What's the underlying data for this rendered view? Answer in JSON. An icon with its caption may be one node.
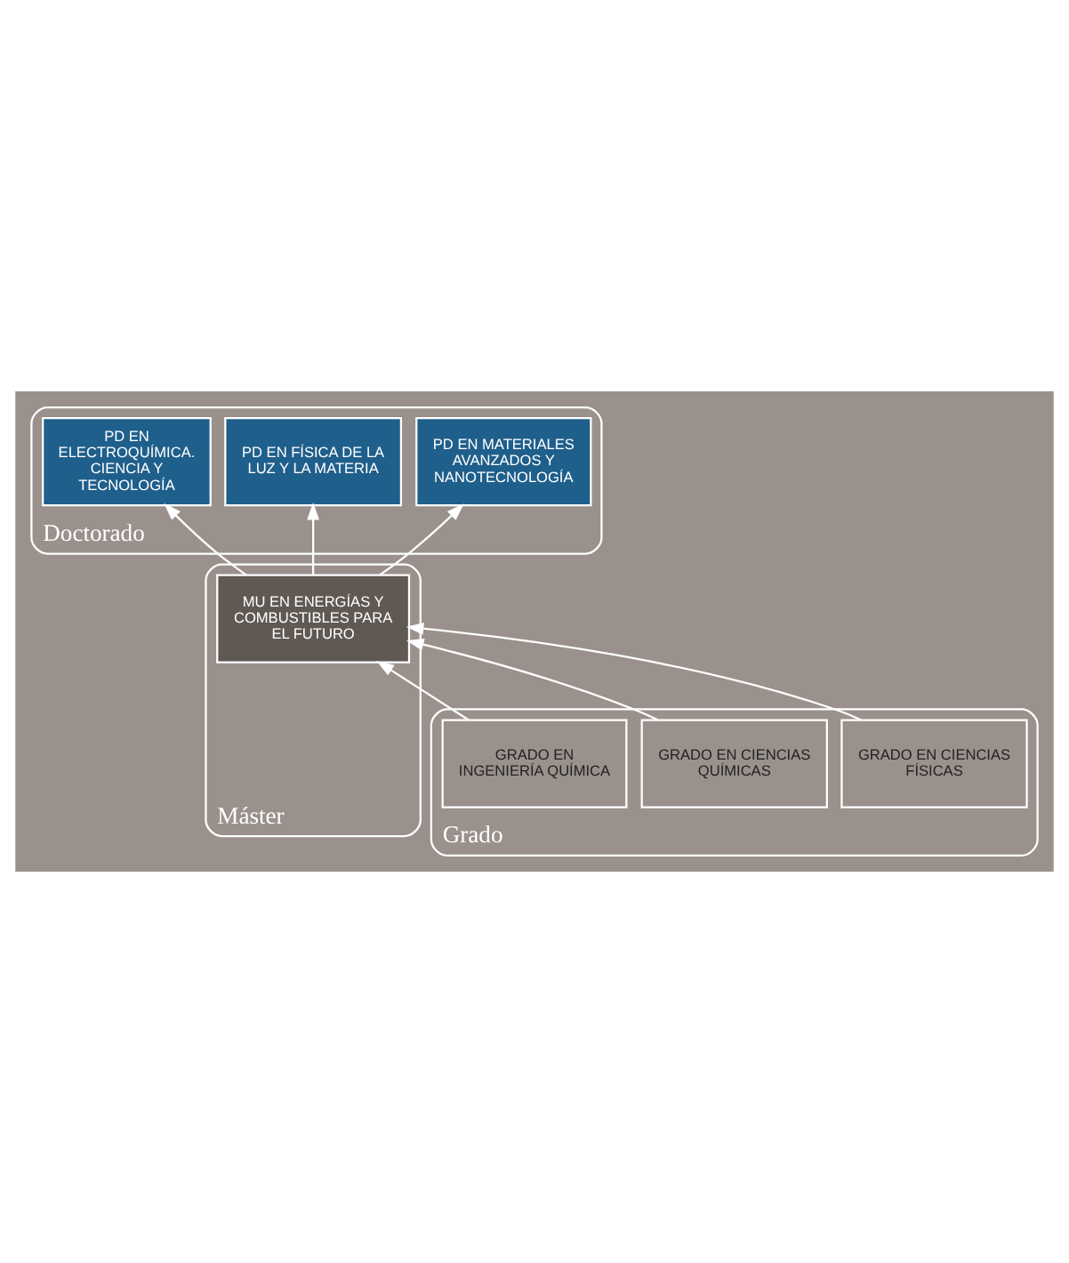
{
  "diagram": {
    "nodes": [
      {
        "text": [
          "Doctorado"
        ]
      },
      {
        "text": [
          "PD EN MATERIALES AVANZADOS Y NANOTECNOLOGÍA"
        ],
        "in": 0
      },
      {
        "text": [
          "PD EN FÍSICA DE LA LUZ Y LA MATERIA"
        ],
        "in": 0
      },
      {
        "text": [
          "PD EN ELECTROQUÍMICA. CIENCIA Y TECNOLOGÍA"
        ],
        "in": 0
      },
      {
        "text": [
          "Máster"
        ]
      },
      {
        "text": [
          "MU EN ENERGÍAS Y COMBUSTIBLES PARA EL FUTURO"
        ],
        "in": 4
      },
      {
        "text": [
          "Grado"
        ]
      },
      {
        "text": [
          "GRADO EN CIENCIAS FÍSICAS"
        ],
        "in": 6
      },
      {
        "text": [
          "GRADO EN CIENCIAS QUÍMICAS"
        ],
        "in": 6
      },
      {
        "text": [
          "GRADO EN INGENIERÍA QUÍMICA"
        ],
        "in": 6
      }
    ],
    "edges": [
      {
        "from": 7,
        "to": 5,
        "arrow": "to"
      },
      {
        "from": 8,
        "to": 5,
        "arrow": "to"
      },
      {
        "from": 9,
        "to": 5,
        "arrow": "to"
      },
      {
        "from": 5,
        "to": 1,
        "arrow": "to"
      },
      {
        "from": 5,
        "to": 2,
        "arrow": "to"
      },
      {
        "from": 5,
        "to": 3,
        "arrow": "to"
      }
    ]
  }
}
